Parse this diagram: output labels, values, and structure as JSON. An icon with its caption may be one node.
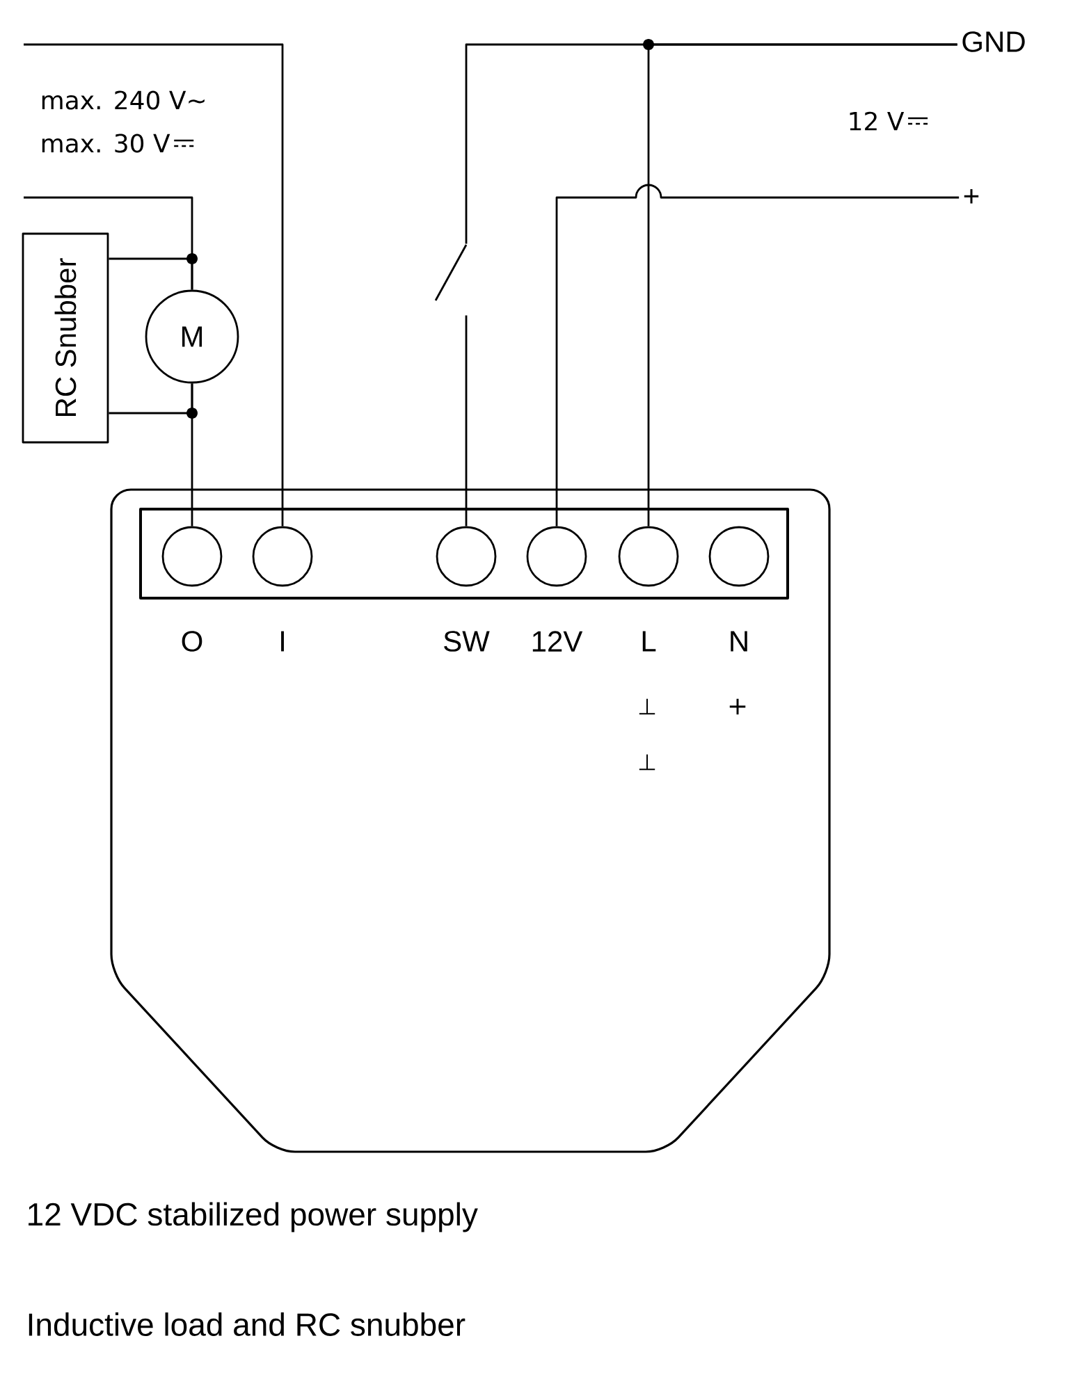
{
  "diagram": {
    "nodes": [
      {
        "text": [],
        "shape": "box"
      },
      {
        "text": [],
        "shape": "box",
        "in": 0
      },
      {
        "text": [
          "O"
        ],
        "in": 1
      },
      {
        "text": [
          "I"
        ],
        "in": 1
      },
      {
        "text": [
          "SW"
        ],
        "in": 1
      },
      {
        "text": [
          "12V"
        ],
        "in": 1
      },
      {
        "text": [
          "L"
        ],
        "in": 1,
        "beside": [
          "⊥",
          "⊥"
        ]
      },
      {
        "text": [
          "N"
        ],
        "in": 1
      },
      {
        "text": [
          "RC Snubber"
        ]
      },
      {
        "text": [
          "M"
        ]
      },
      {
        "text": [
          "GND"
        ]
      },
      {
        "text": [
          "+"
        ]
      },
      {
        "text": [],
        "shape": "switch"
      }
    ],
    "edges": [
      {
        "from": 9,
        "to": 2,
        "arrow": "none"
      },
      {
        "from": null,
        "to": 9,
        "arrow": "none"
      },
      {
        "from": null,
        "to": 3,
        "arrow": "none"
      },
      {
        "from": 4,
        "to": 12,
        "arrow": "none"
      },
      {
        "from": 12,
        "to": 10,
        "arrow": "none"
      },
      {
        "from": 6,
        "to": 10,
        "arrow": "none"
      },
      {
        "from": 5,
        "to": 11,
        "arrow": "none"
      },
      {
        "from": 8,
        "to": 9,
        "arrow": "none"
      },
      {
        "from": 8,
        "to": 9,
        "arrow": "none"
      }
    ],
    "labels": [
      "max. 240 V~",
      "max. 30 V",
      "12 V",
      "+",
      "12 VDC stabilized power supply",
      "Inductive load and RC snubber"
    ]
  }
}
